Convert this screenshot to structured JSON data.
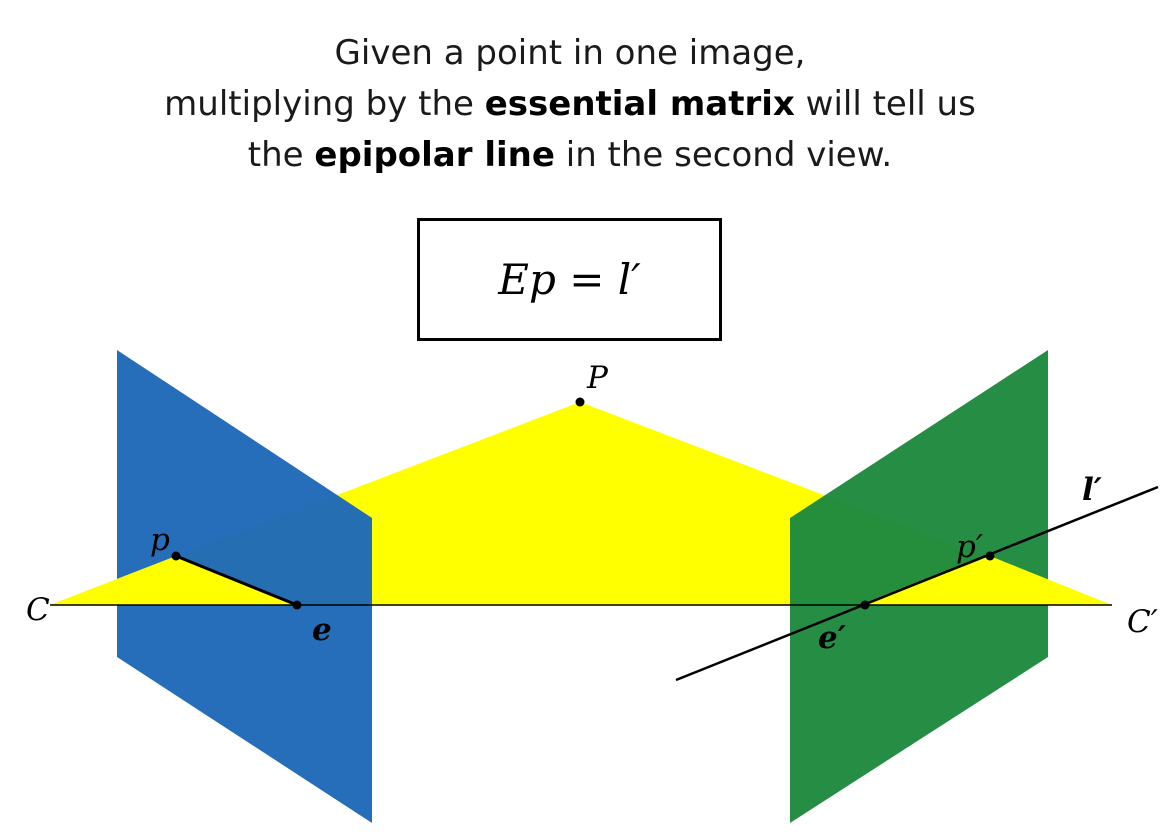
{
  "caption": {
    "line1": "Given a point in one image,",
    "line2_pre": "multiplying by the ",
    "line2_bold": "essential matrix",
    "line2_post": " will tell us",
    "line3_pre": "the ",
    "line3_bold": "epipolar line",
    "line3_post": " in the second view."
  },
  "equation": "Ep = l′",
  "labels": {
    "P": "P",
    "p": "p",
    "p_prime": "p′",
    "C": "C",
    "C_prime": "C′",
    "e": "e",
    "e_prime": "e′",
    "l_prime": "l′"
  },
  "colors": {
    "left_plane": "#1f69b8",
    "right_plane": "#1e8a3e",
    "epipolar_plane": "#ffff00",
    "lines": "#000000"
  }
}
